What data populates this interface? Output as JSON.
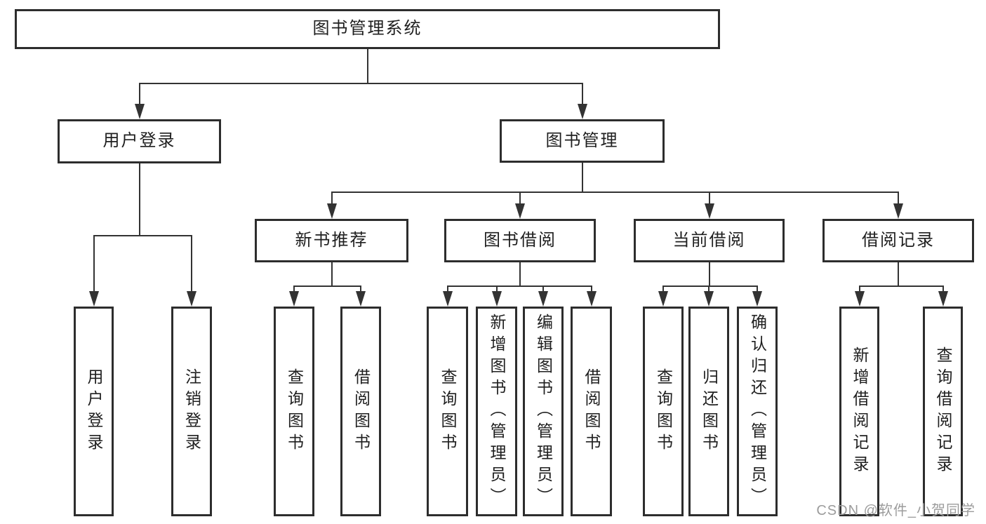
{
  "colors": {
    "background": "#ffffff",
    "box_border": "#2d2d2d",
    "connector": "#333333",
    "node_text": "#1f1f1f",
    "watermark": "#9c9c9c"
  },
  "watermark": {
    "text": "CSDN @软件_小贺同学"
  },
  "diagram": {
    "type": "hierarchy-tree",
    "root": {
      "id": "system",
      "label": "图书管理系统",
      "children": [
        {
          "id": "user-login",
          "label": "用户登录",
          "children": [
            {
              "id": "leaf-user-login",
              "label": "用户登录"
            },
            {
              "id": "leaf-logout",
              "label": "注销登录"
            }
          ]
        },
        {
          "id": "book-management",
          "label": "图书管理",
          "children": [
            {
              "id": "new-book-recommend",
              "label": "新书推荐",
              "children": [
                {
                  "id": "leaf-query-books-1",
                  "label": "查询图书"
                },
                {
                  "id": "leaf-borrow-books-1",
                  "label": "借阅图书"
                }
              ]
            },
            {
              "id": "book-borrowing",
              "label": "图书借阅",
              "children": [
                {
                  "id": "leaf-query-books-2",
                  "label": "查询图书"
                },
                {
                  "id": "leaf-add-books",
                  "label": "新增图书（管理员）"
                },
                {
                  "id": "leaf-edit-books",
                  "label": "编辑图书（管理员）"
                },
                {
                  "id": "leaf-borrow-books-2",
                  "label": "借阅图书"
                }
              ]
            },
            {
              "id": "current-borrowing",
              "label": "当前借阅",
              "children": [
                {
                  "id": "leaf-query-books-3",
                  "label": "查询图书"
                },
                {
                  "id": "leaf-return-books",
                  "label": "归还图书"
                },
                {
                  "id": "leaf-confirm-return",
                  "label": "确认归还（管理员）"
                }
              ]
            },
            {
              "id": "borrowing-records",
              "label": "借阅记录",
              "children": [
                {
                  "id": "leaf-add-borrow-record",
                  "label": "新增借阅记录"
                },
                {
                  "id": "leaf-query-borrow-record",
                  "label": "查询借阅记录"
                }
              ]
            }
          ]
        }
      ]
    }
  }
}
